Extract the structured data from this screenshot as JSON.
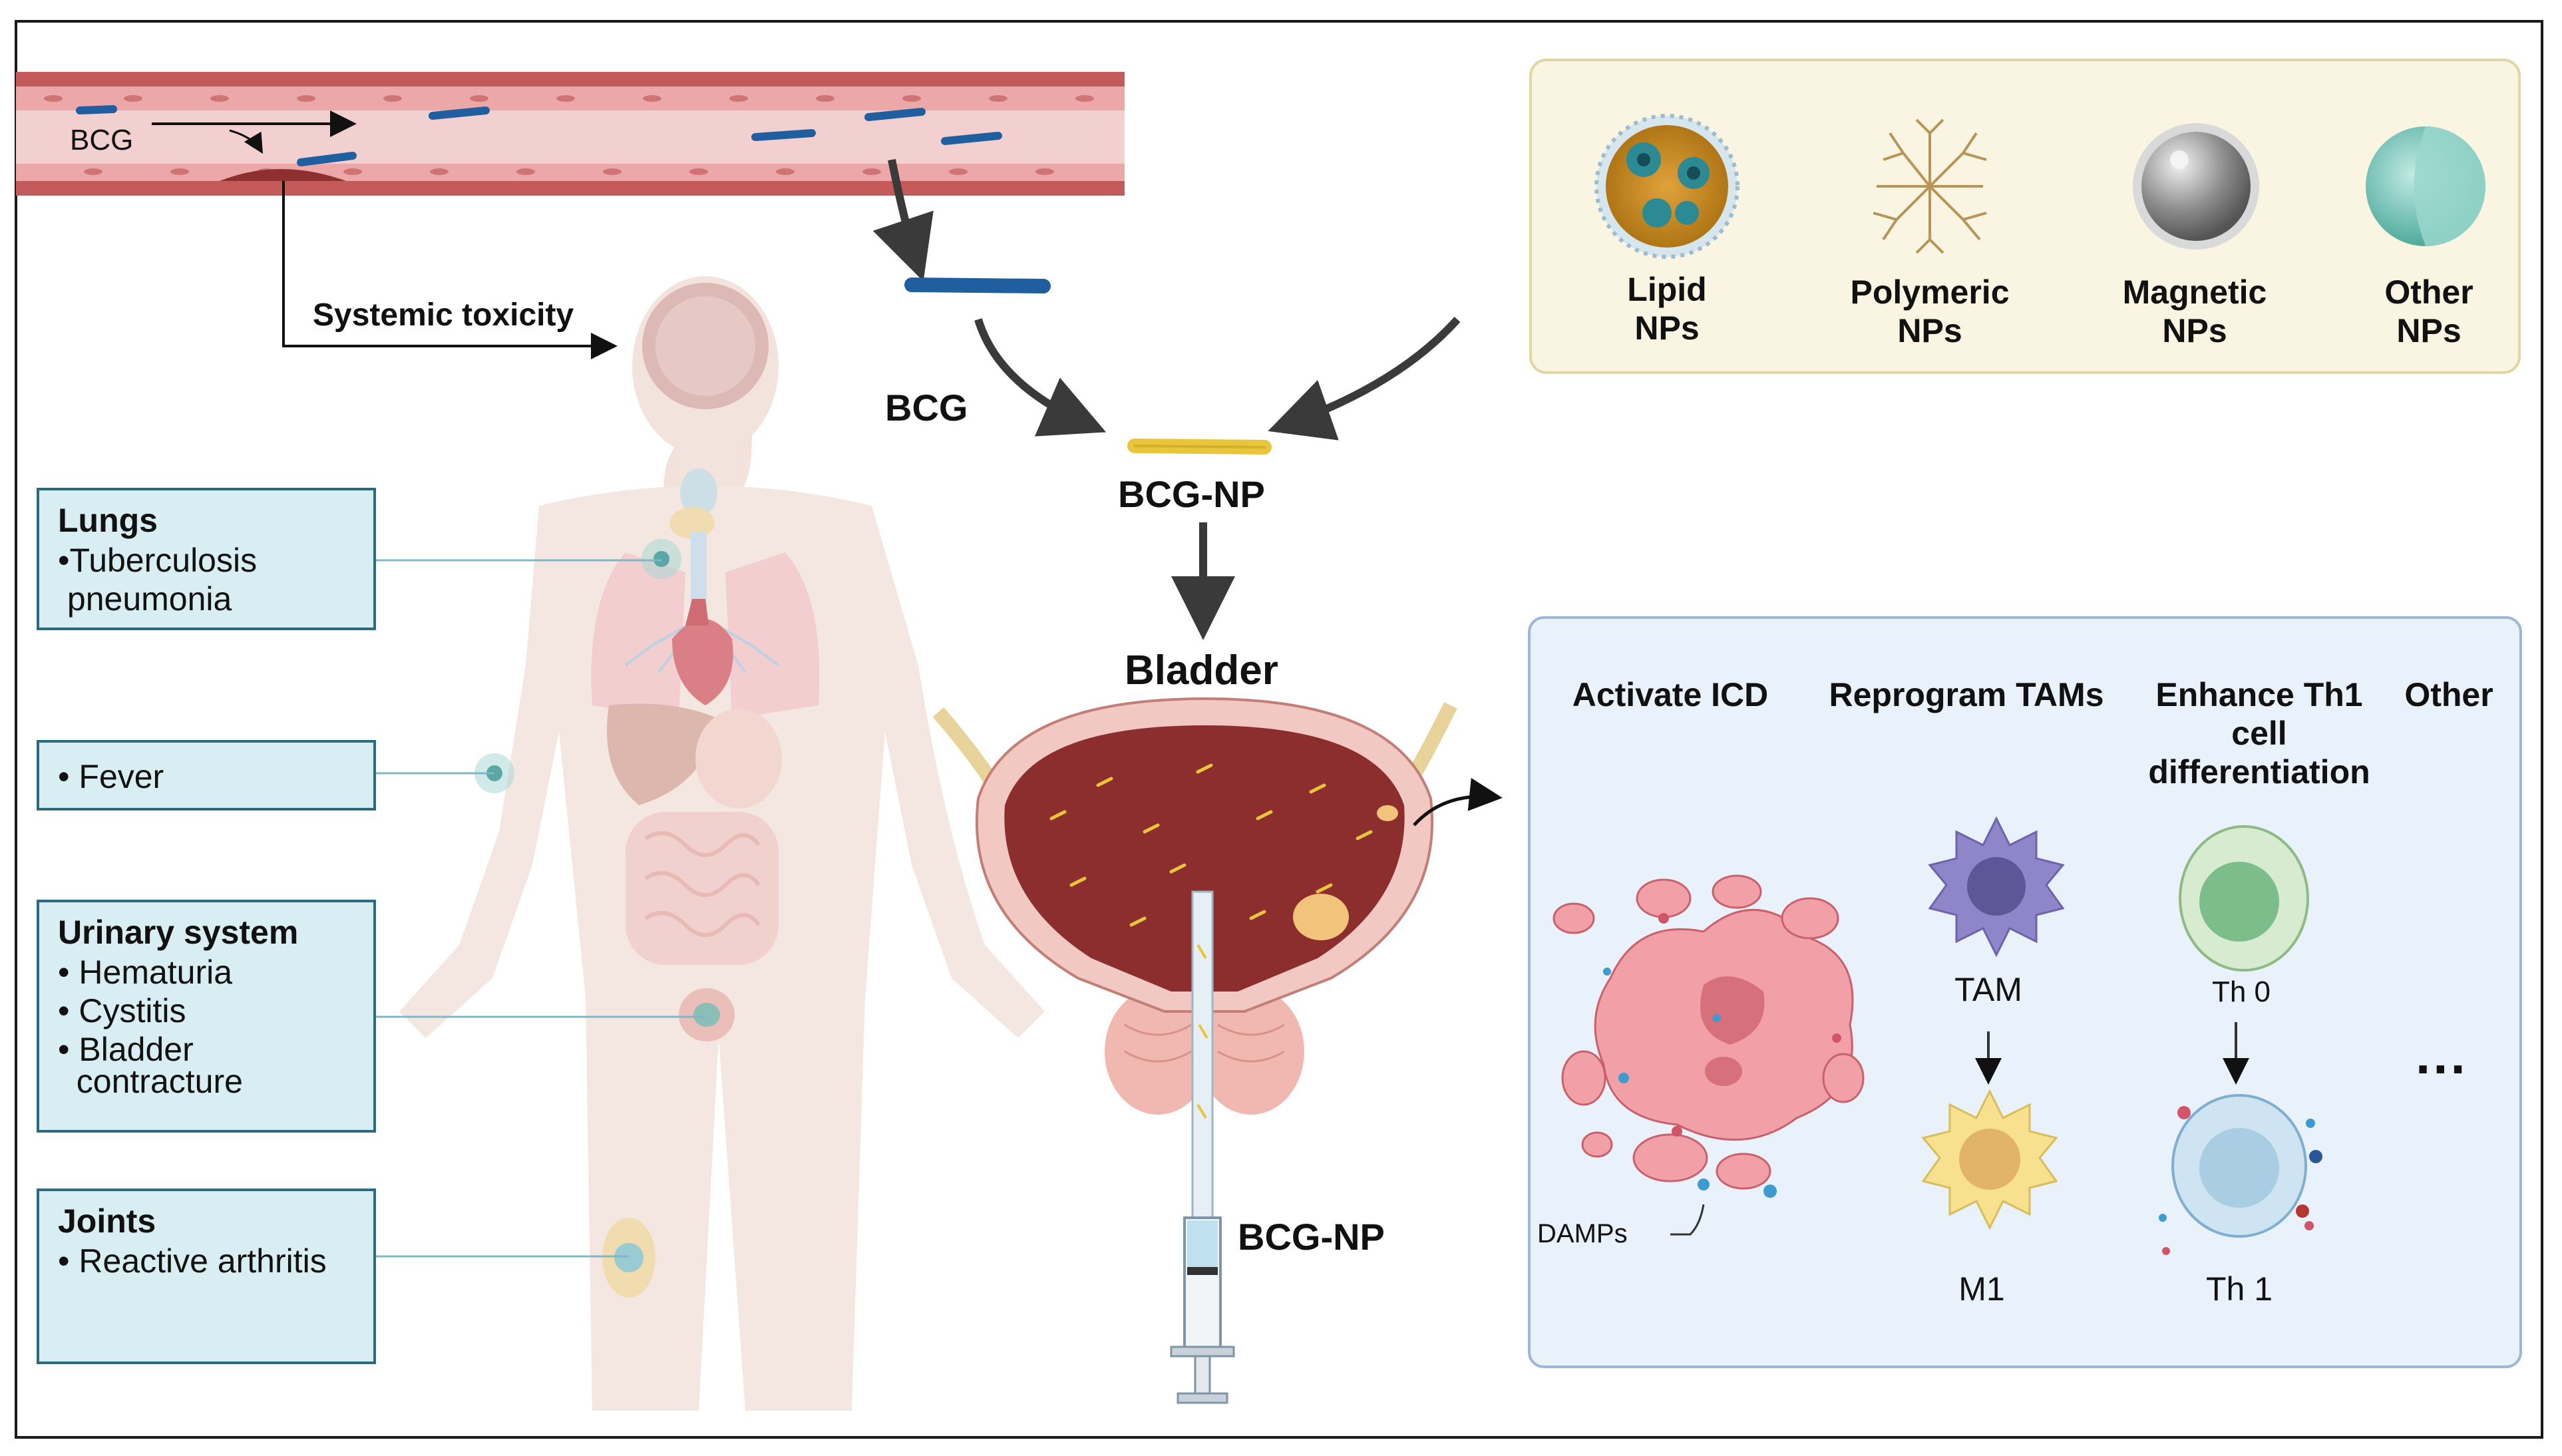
{
  "vessel": {
    "bcg_label": "BCG"
  },
  "systemic": {
    "label": "Systemic toxicity"
  },
  "side_effects": [
    {
      "title": "Lungs",
      "items": [
        "•Tuberculosis",
        " pneumonia"
      ]
    },
    {
      "title": "",
      "items": [
        "• Fever"
      ]
    },
    {
      "title": "Urinary system",
      "items": [
        "• Hematuria",
        "• Cystitis",
        "• Bladder",
        "  contracture"
      ]
    },
    {
      "title": "Joints",
      "items": [
        "• Reactive arthritis"
      ]
    }
  ],
  "flow": {
    "bcg_label": "BCG",
    "bcg_np_label": "BCG-NP",
    "bladder_label": "Bladder",
    "syringe_label": "BCG-NP"
  },
  "nanoparticles": [
    {
      "line1": "Lipid",
      "line2": "NPs"
    },
    {
      "line1": "Polymeric",
      "line2": "NPs"
    },
    {
      "line1": "Magnetic",
      "line2": "NPs"
    },
    {
      "line1": "Other",
      "line2": "NPs"
    }
  ],
  "mechanisms": {
    "headers": [
      "Activate ICD",
      "Reprogram TAMs",
      "Enhance Th1",
      "cell",
      "differentiation",
      "Other"
    ],
    "damps_label": "DAMPs",
    "tam_label": "TAM",
    "m1_label": "M1",
    "th0_label": "Th 0",
    "th1_label": "Th 1",
    "ellipsis": "..."
  },
  "colors": {
    "box_fill": "#d8eef3",
    "box_border": "#2c6a80",
    "bcg_blue": "#1f5fa0",
    "bcg_np_yellow": "#e8c53a",
    "vessel_red": "#d87070",
    "bladder_red": "#8c2e2e",
    "np_panel": "#faf4e2",
    "mech_panel": "#e9f1fb"
  }
}
